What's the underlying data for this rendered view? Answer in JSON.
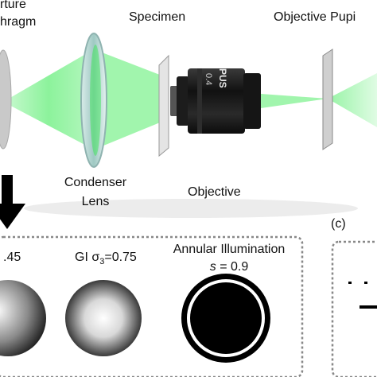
{
  "labels": {
    "aperture_line1": "rture",
    "aperture_line2": "hragm",
    "specimen": "Specimen",
    "objective_pupil": "Objective Pupi",
    "condenser_line1": "Condenser",
    "condenser_line2": "Lens",
    "objective": "Objective",
    "panel_c": "(c)"
  },
  "objective_barrel_text": [
    "PUS",
    "0.4"
  ],
  "panels": {
    "p1_label": ".45",
    "p2_label_prefix": "GI σ",
    "p2_label_sub": "3",
    "p2_label_suffix": "=0.75",
    "p3_label_line1": "Annular Illumination",
    "p3_label_line2_var": "s",
    "p3_label_line2_rest": " = 0.9"
  },
  "colors": {
    "beam": "#2ee84a",
    "lens": "#b8d7d4",
    "lens_edge": "#8fb3b0",
    "box_border": "#888888",
    "objective_body": "#1a1a1a"
  }
}
